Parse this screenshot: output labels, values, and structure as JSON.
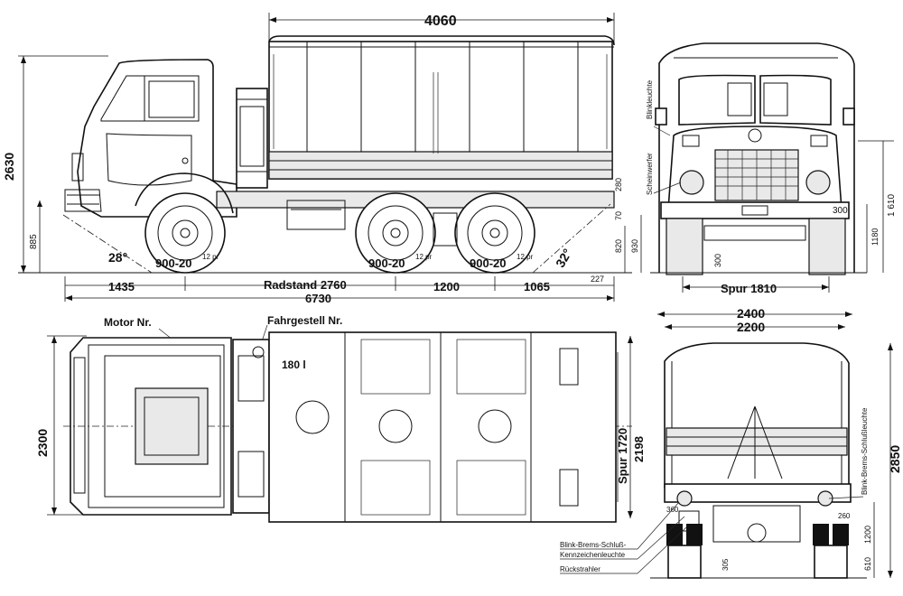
{
  "side_view": {
    "overall_length_top": "4060",
    "height": "2630",
    "height_885": "885",
    "wheelbase": "Radstand 2760",
    "front_overhang": "1435",
    "tandem_spacing": "1200",
    "rear_overhang": "1065",
    "length_total": "6730",
    "angle_front": "28°",
    "angle_rear": "32°",
    "tire_front": "900-20",
    "tire_rear_1": "900-20",
    "tire_rear_2": "900-20",
    "ply": "12 pr",
    "dim_227": "227",
    "dim_280": "280",
    "dim_70": "70",
    "dim_820": "820",
    "dim_930": "930"
  },
  "front_view": {
    "label_blinkleuchte": "Blinkleuchte",
    "label_scheinwerfer": "Scheinwerfer",
    "track": "Spur 1810",
    "dim_300_right": "300",
    "dim_300_low": "300",
    "dim_1610": "1 610",
    "dim_1180": "1180"
  },
  "top_view": {
    "motor_label": "Motor Nr.",
    "chassis_label": "Fahrgestell Nr.",
    "width": "2300",
    "tank": "180 l",
    "rear_track": "Spur 1720",
    "width_2198": "2198"
  },
  "rear_view": {
    "width_2400": "2400",
    "width_2200": "2200",
    "height_2850": "2850",
    "label_lamp": "Blink-Brems-Schlußleuchte",
    "dim_360": "360",
    "dim_260": "260",
    "dim_1200": "1200",
    "dim_610": "610",
    "dim_305": "305",
    "legend_1": "Blink-Brems-Schluß-",
    "legend_2": "Kennzeichenleuchte",
    "legend_3": "Rückstrahler"
  }
}
